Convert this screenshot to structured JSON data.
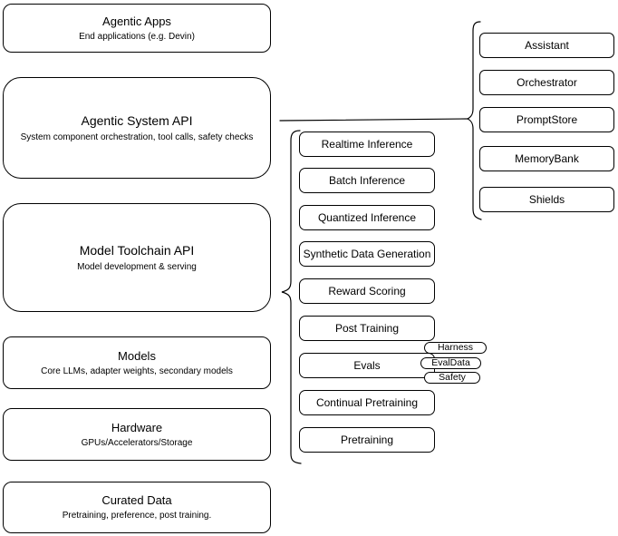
{
  "diagram": {
    "left_column": [
      {
        "title": "Agentic Apps",
        "subtitle": "End applications (e.g. Devin)"
      },
      {
        "title": "Agentic System API",
        "subtitle": "System component orchestration, tool calls, safety checks"
      },
      {
        "title": "Model Toolchain API",
        "subtitle": "Model development & serving"
      },
      {
        "title": "Models",
        "subtitle": "Core LLMs, adapter weights, secondary models"
      },
      {
        "title": "Hardware",
        "subtitle": "GPUs/Accelerators/Storage"
      },
      {
        "title": "Curated Data",
        "subtitle": "Pretraining, preference, post training."
      }
    ],
    "toolchain_stack": {
      "items": [
        "Realtime Inference",
        "Batch Inference",
        "Quantized Inference",
        "Synthetic Data Generation",
        "Reward Scoring",
        "Post Training",
        "Evals",
        "Continual Pretraining",
        "Pretraining"
      ]
    },
    "eval_badges": [
      "Harness",
      "EvalData",
      "Safety"
    ],
    "system_components": [
      "Assistant",
      "Orchestrator",
      "PromptStore",
      "MemoryBank",
      "Shields"
    ]
  },
  "colors": {
    "stroke": "#000000",
    "fill": "#ffffff",
    "text": "#000000",
    "background": "#ffffff"
  }
}
